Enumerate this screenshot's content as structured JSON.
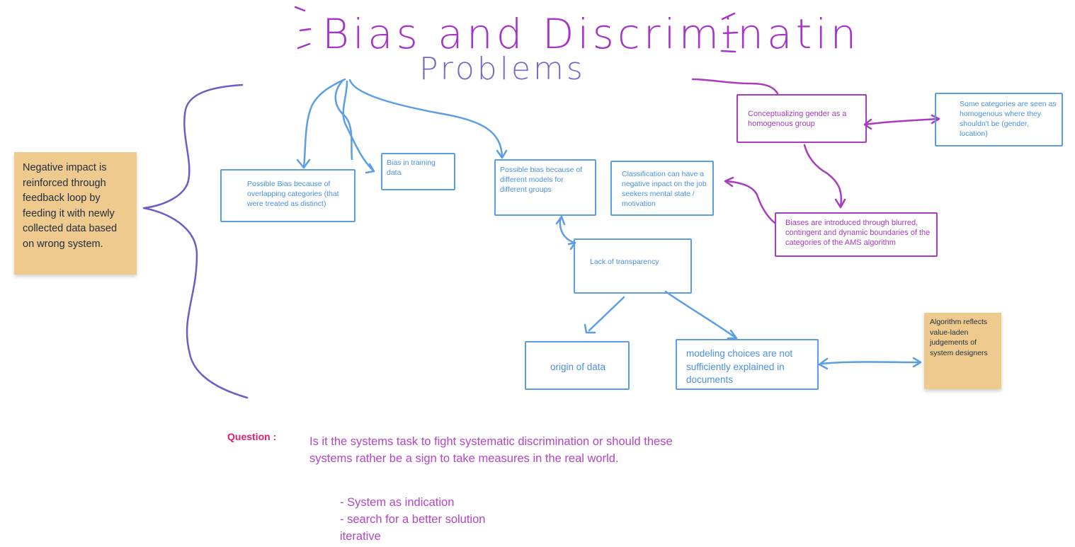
{
  "title": {
    "line1": "Bias and Discriminatin",
    "line2": "Problems"
  },
  "colors": {
    "blue": "#5b9ee6",
    "purple": "#a93bbf",
    "indigo": "#6b5fc7",
    "note": "#efca8f",
    "question_label": "#dd1f6e"
  },
  "notes": {
    "feedback_loop": "Negative impact is reinforced through feedback loop by feeding it with newly collected data based on wrong system.",
    "value_laden": "Algorithm reflects value-laden judgements of system designers"
  },
  "boxes": {
    "overlapping": "Possible Bias because of overlapping categories (that were treated as distinct)",
    "training": "Bias in training data",
    "models": "Possible bias because of different models for different groups",
    "classification": "Classification can have a negative inpact on the job seekers mental state / motivation",
    "transparency": "Lack of transparency",
    "origin": "origin of data",
    "modeling": "modeling choices are not sufficiently explained in documents",
    "gender": "Conceptualizing gender as a homogenous group",
    "homogenous": "Some categories are seen as homogenous where they shouldn't be (gender, location)",
    "boundaries": "Biases are introduced through blurred, contingent and dynamic boundaries of the categories of the AMS algorithm"
  },
  "question": {
    "label": "Question :",
    "text": "Is it the systems task to fight systematic discrimination or should these systems rather be a sign to take measures in the real world.",
    "bullets": [
      "- System as indication",
      "- search for a better solution",
      "iterative"
    ]
  }
}
